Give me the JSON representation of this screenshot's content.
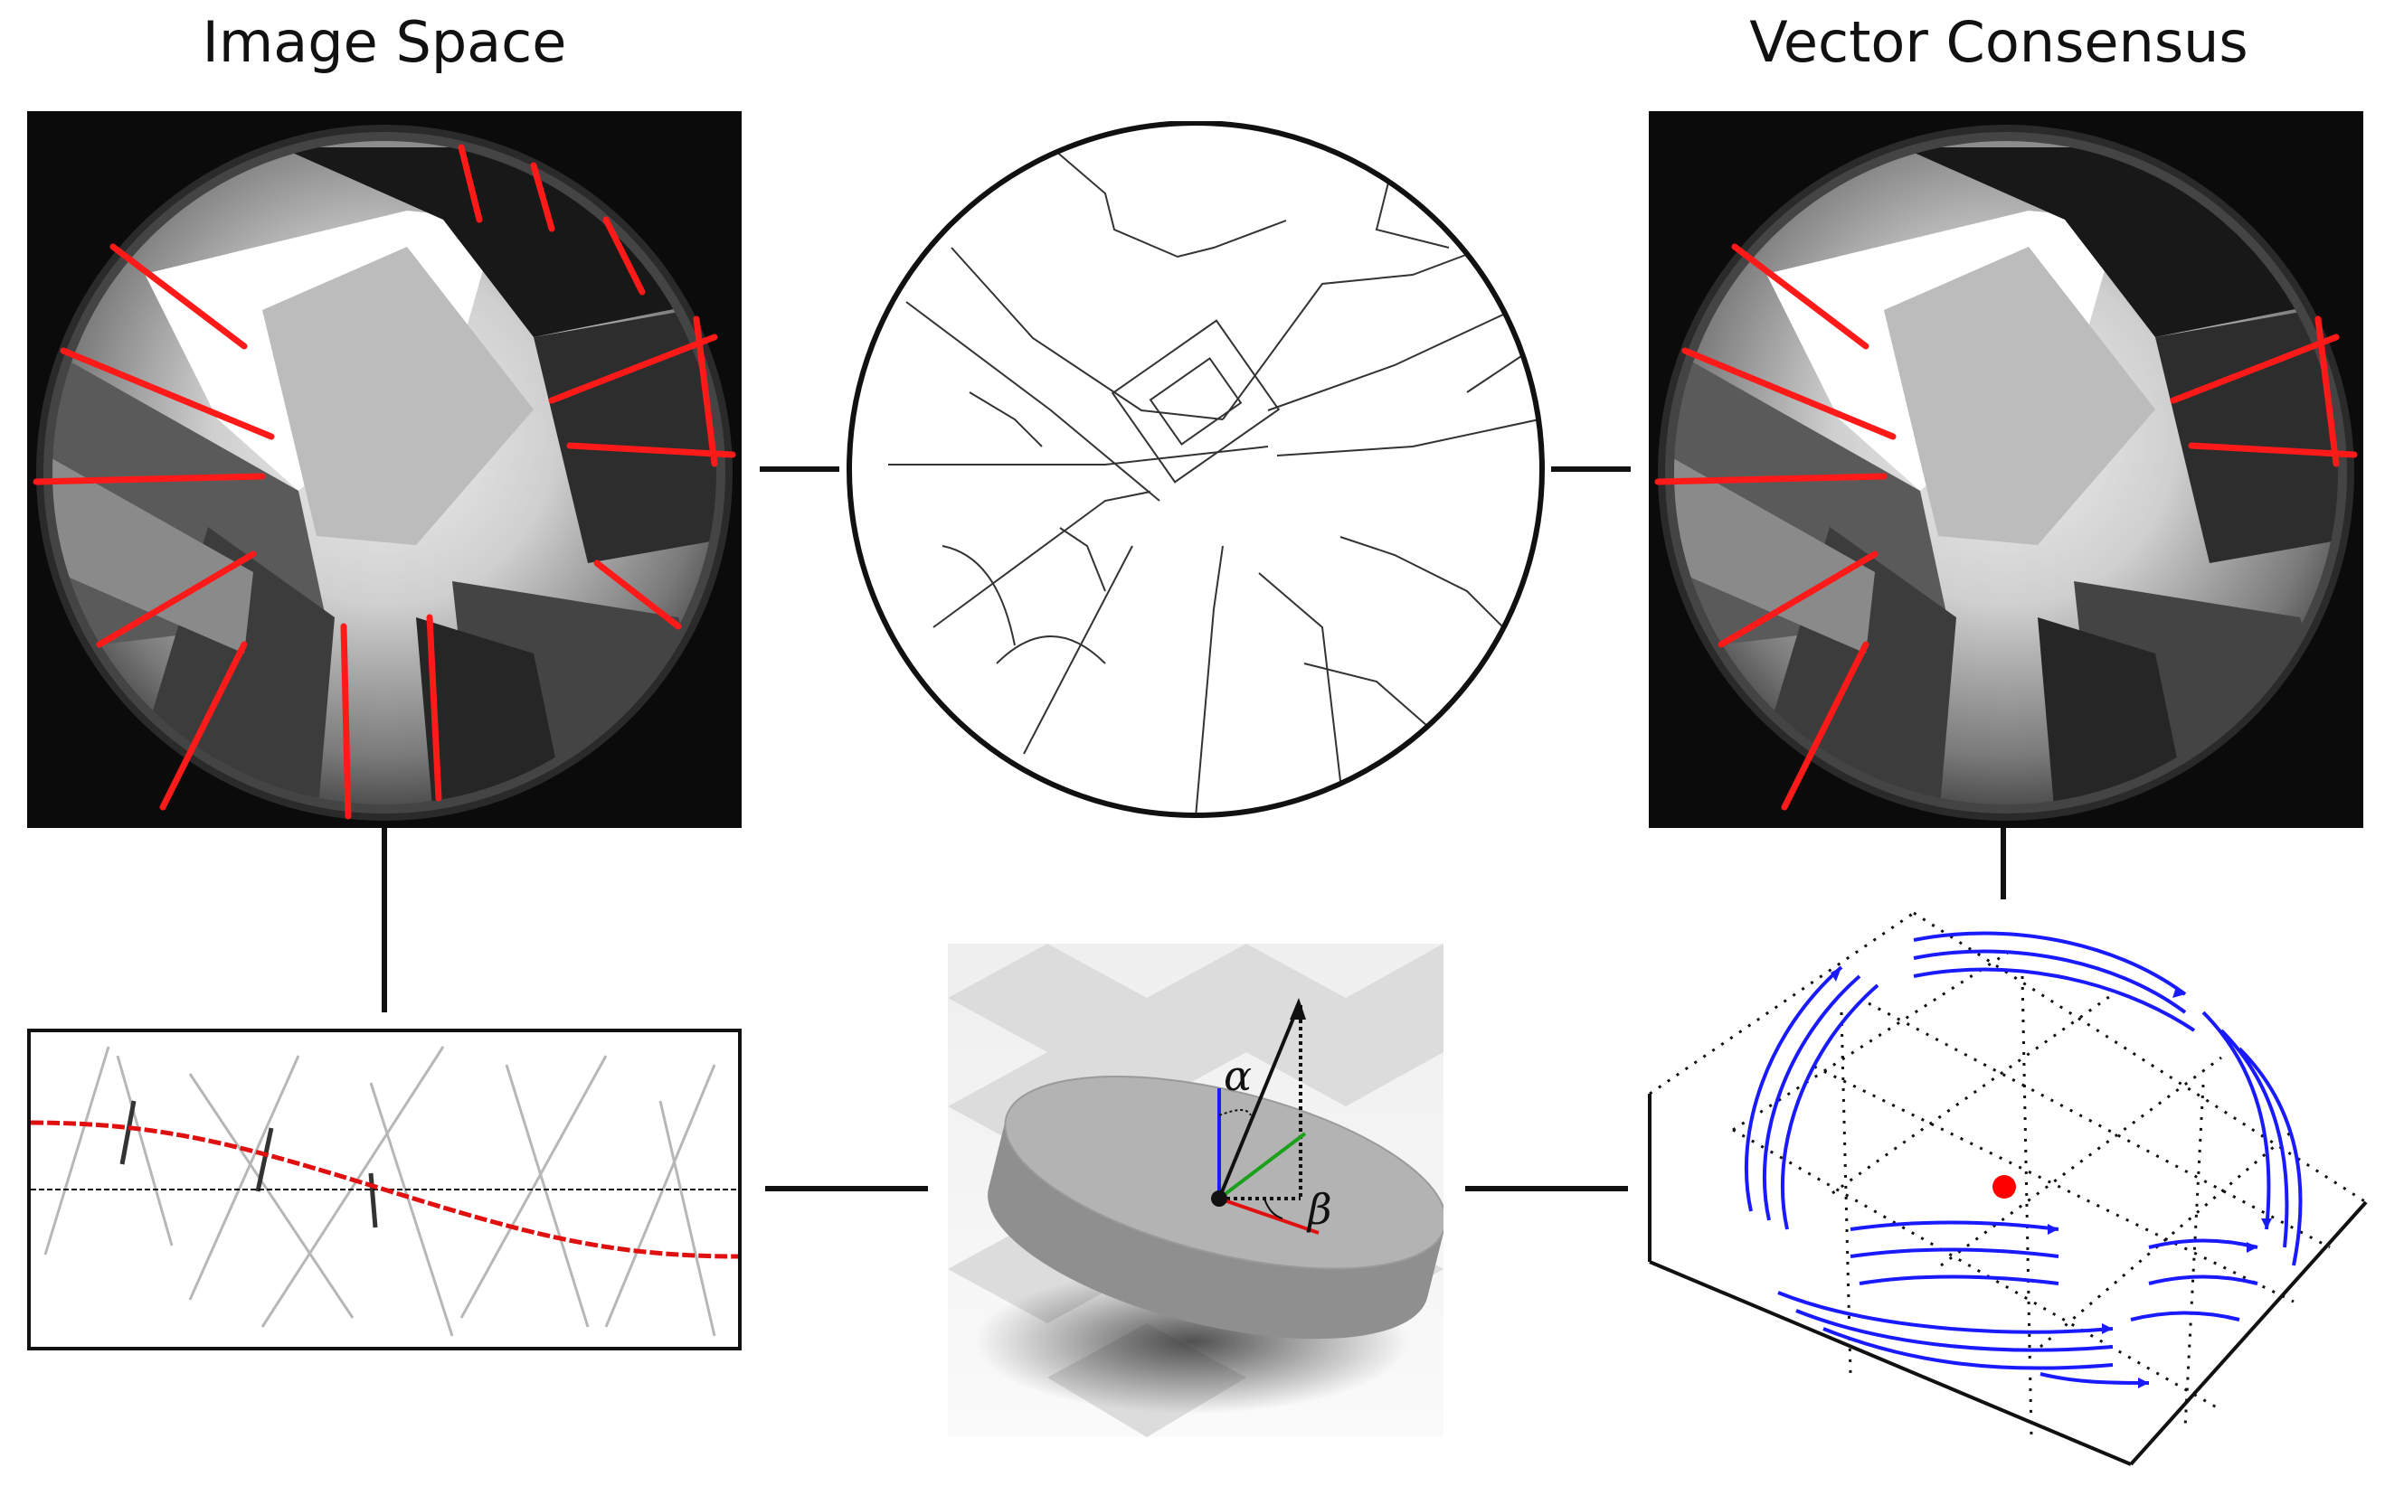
{
  "titles": {
    "left": "Image Space",
    "right": "Vector Consensus"
  },
  "panels": {
    "left_fisheye": {
      "icon": "fisheye-image-with-red-edges"
    },
    "center_sketch": {
      "icon": "edge-map-circle"
    },
    "right_fisheye": {
      "icon": "fisheye-image-with-red-edges"
    },
    "hough_plot": {
      "icon": "hough-accumulator-with-sinusoid",
      "curve_color": "#e01010"
    },
    "disc_render": {
      "icon": "tilted-disc-with-axes",
      "alpha_label": "α",
      "beta_label": "β"
    },
    "sphere_plot": {
      "icon": "sphere-vector-field",
      "arrow_color": "#1a1aff",
      "point_color": "#ff0000"
    }
  },
  "colors": {
    "edge_red": "#ff1a1a",
    "vector_blue": "#1a1aff",
    "line_black": "#111111"
  }
}
